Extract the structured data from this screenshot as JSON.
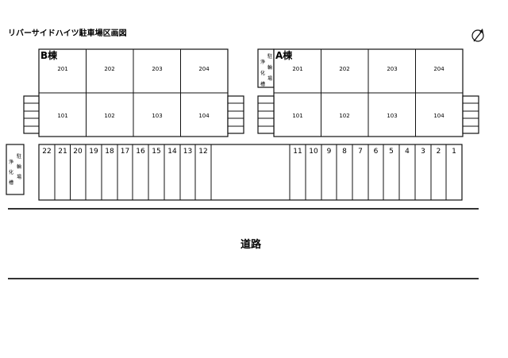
{
  "title": "リバーサイドハイツ駐車場区画図",
  "compass_icon": "north-arrow-icon",
  "buildings": {
    "B": {
      "name": "B棟",
      "upper": [
        "201",
        "202",
        "203",
        "204"
      ],
      "lower": [
        "101",
        "102",
        "103",
        "104"
      ]
    },
    "A": {
      "name": "A棟",
      "upper": [
        "201",
        "202",
        "203",
        "204"
      ],
      "lower": [
        "101",
        "102",
        "103",
        "104"
      ]
    }
  },
  "labels": {
    "a_side_col1": "駐輪場",
    "a_side_col2": "浄化槽",
    "left_side_col1": "駐輪場",
    "left_side_col2": "浄化槽"
  },
  "parking": {
    "left": [
      "22",
      "21",
      "20",
      "19",
      "18",
      "17",
      "16",
      "15",
      "14",
      "13",
      "12"
    ],
    "right": [
      "11",
      "10",
      "9",
      "8",
      "7",
      "6",
      "5",
      "4",
      "3",
      "2",
      "1"
    ]
  },
  "road": "道路"
}
